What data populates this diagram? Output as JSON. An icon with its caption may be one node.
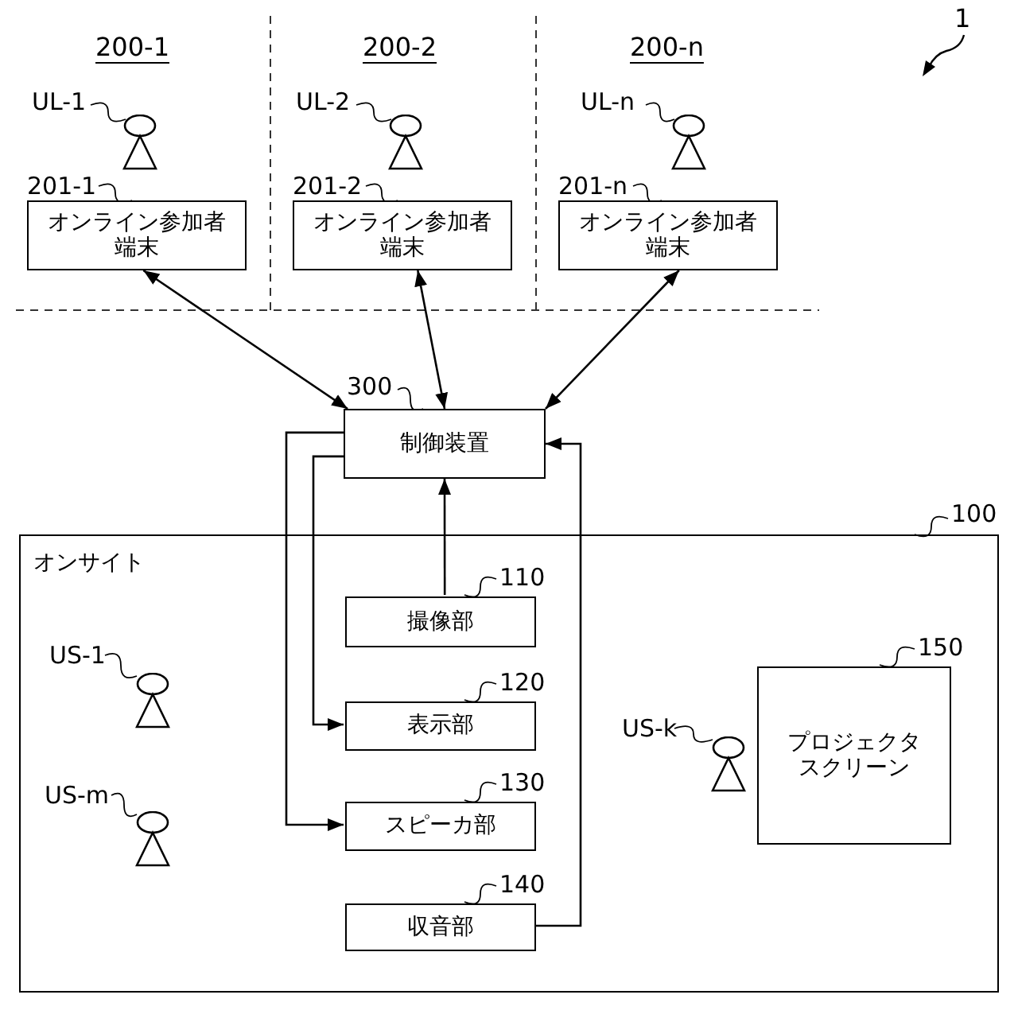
{
  "diagram": {
    "nodes": [
      {
        "text": [],
        "shape": "person"
      },
      {
        "text": [
          "オンライン参加者端末"
        ]
      },
      {
        "text": [],
        "shape": "person"
      },
      {
        "text": [
          "オンライン参加者端末"
        ]
      },
      {
        "text": [],
        "shape": "person"
      },
      {
        "text": [
          "オンライン参加者端末"
        ]
      },
      {
        "text": [
          "制御装置"
        ]
      },
      {
        "text": [
          "オンサイト"
        ]
      },
      {
        "text": [
          "撮像部"
        ],
        "in": 7
      },
      {
        "text": [
          "表示部"
        ],
        "in": 7
      },
      {
        "text": [
          "スピーカ部"
        ],
        "in": 7
      },
      {
        "text": [
          "収音部"
        ],
        "in": 7
      },
      {
        "text": [],
        "shape": "person",
        "in": 7
      },
      {
        "text": [],
        "shape": "person",
        "in": 7
      },
      {
        "text": [],
        "shape": "person",
        "in": 7
      },
      {
        "text": [
          "プロジェクタスクリーン"
        ],
        "in": 7
      },
      {
        "text": [
          "UL-1"
        ]
      },
      {
        "text": [
          "201-1"
        ]
      },
      {
        "text": [
          "UL-2"
        ]
      },
      {
        "text": [
          "201-2"
        ]
      },
      {
        "text": [
          "UL-n"
        ]
      },
      {
        "text": [
          "201-n"
        ]
      },
      {
        "text": [
          "300"
        ]
      },
      {
        "text": [
          "100"
        ]
      },
      {
        "text": [
          "110"
        ],
        "in": 7
      },
      {
        "text": [
          "120"
        ],
        "in": 7
      },
      {
        "text": [
          "130"
        ],
        "in": 7
      },
      {
        "text": [
          "140"
        ],
        "in": 7
      },
      {
        "text": [
          "US-1"
        ],
        "in": 7
      },
      {
        "text": [
          "US-m"
        ],
        "in": 7
      },
      {
        "text": [
          "US-k"
        ],
        "in": 7
      },
      {
        "text": [
          "150"
        ],
        "in": 7
      }
    ],
    "edges": [
      {
        "from": 6,
        "to": 1,
        "arrow": "both"
      },
      {
        "from": 6,
        "to": 3,
        "arrow": "both"
      },
      {
        "from": 6,
        "to": 5,
        "arrow": "both"
      },
      {
        "from": 8,
        "to": 6,
        "arrow": "to"
      },
      {
        "from": 6,
        "to": 9,
        "arrow": "to"
      },
      {
        "from": 6,
        "to": 10,
        "arrow": "to"
      },
      {
        "from": 11,
        "to": 6,
        "arrow": "to"
      },
      {
        "from": 16,
        "to": 0,
        "arrow": "none"
      },
      {
        "from": 17,
        "to": 1,
        "arrow": "none"
      },
      {
        "from": 18,
        "to": 2,
        "arrow": "none"
      },
      {
        "from": 19,
        "to": 3,
        "arrow": "none"
      },
      {
        "from": 20,
        "to": 4,
        "arrow": "none"
      },
      {
        "from": 21,
        "to": 5,
        "arrow": "none"
      },
      {
        "from": 22,
        "to": 6,
        "arrow": "none"
      },
      {
        "from": 23,
        "to": 7,
        "arrow": "none"
      },
      {
        "from": 24,
        "to": 8,
        "arrow": "none"
      },
      {
        "from": 25,
        "to": 9,
        "arrow": "none"
      },
      {
        "from": 26,
        "to": 10,
        "arrow": "none"
      },
      {
        "from": 27,
        "to": 11,
        "arrow": "none"
      },
      {
        "from": 28,
        "to": 12,
        "arrow": "none"
      },
      {
        "from": 29,
        "to": 13,
        "arrow": "none"
      },
      {
        "from": 30,
        "to": 14,
        "arrow": "none"
      },
      {
        "from": 31,
        "to": 15,
        "arrow": "none"
      }
    ],
    "labels": [
      "200-1",
      "200-2",
      "200-n",
      "1"
    ]
  }
}
